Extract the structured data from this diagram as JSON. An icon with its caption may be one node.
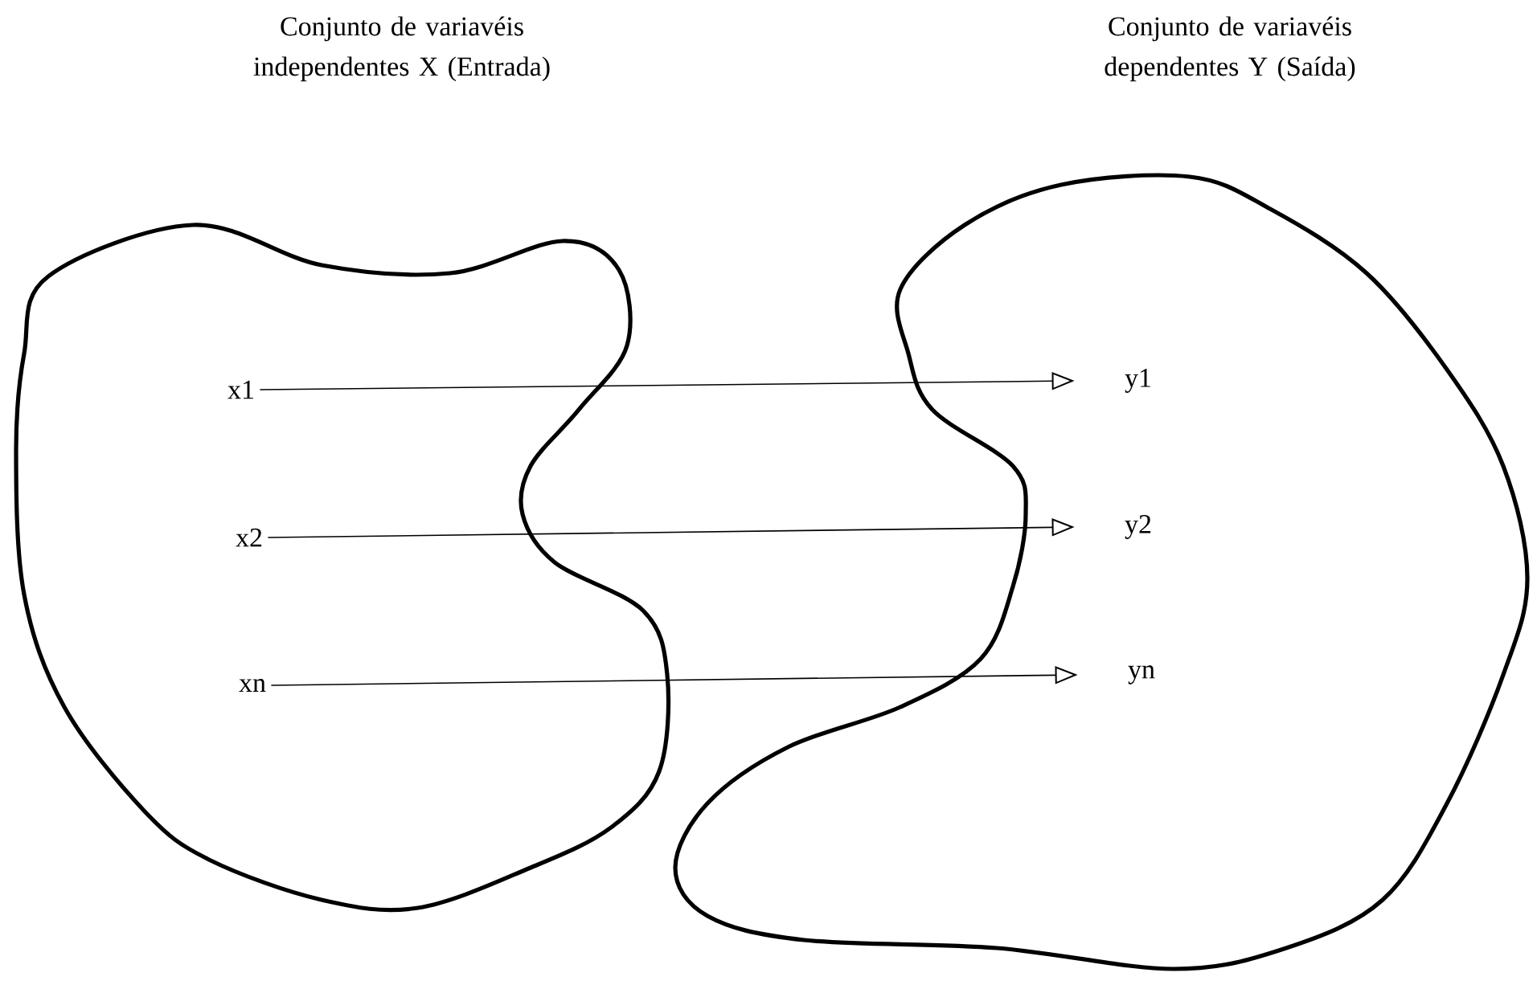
{
  "diagram": {
    "nodes": [
      {
        "text": [],
        "shape": "blob"
      },
      {
        "text": [],
        "shape": "blob"
      },
      {
        "text": [
          "x1"
        ],
        "in": 0
      },
      {
        "text": [
          "x2"
        ],
        "in": 0
      },
      {
        "text": [
          "xn"
        ],
        "in": 0
      },
      {
        "text": [
          "y1"
        ],
        "in": 1
      },
      {
        "text": [
          "y2"
        ],
        "in": 1
      },
      {
        "text": [
          "yn"
        ],
        "in": 1
      }
    ],
    "edges": [
      {
        "from": 2,
        "to": 5,
        "arrow": "to"
      },
      {
        "from": 3,
        "to": 6,
        "arrow": "to"
      },
      {
        "from": 4,
        "to": 7,
        "arrow": "to"
      }
    ],
    "labels": [
      "Conjunto de variavéis independentes X (Entrada)",
      "Conjunto de variavéis dependentes Y (Saída)"
    ]
  }
}
